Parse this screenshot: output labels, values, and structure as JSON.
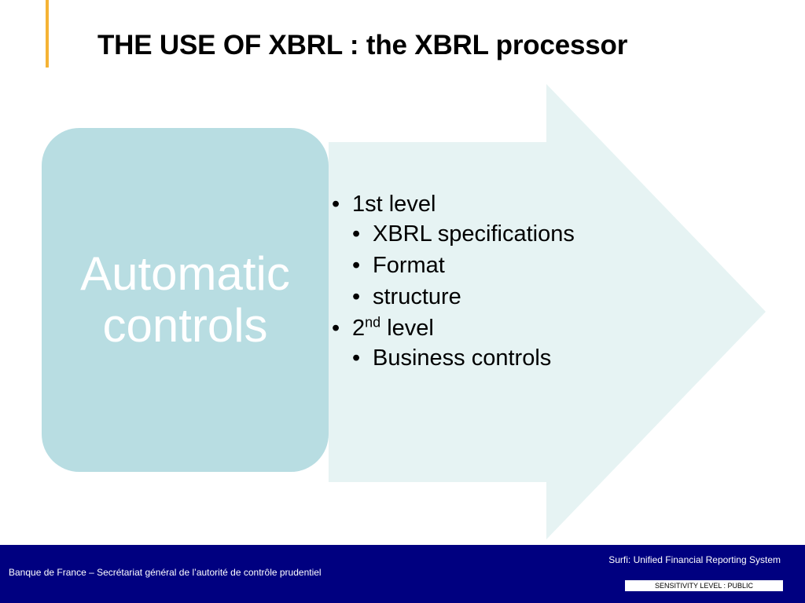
{
  "title": "THE USE OF XBRL : the XBRL processor",
  "colors": {
    "accent": "#f5b335",
    "box": "#b8dde2",
    "arrow": "#e6f3f3",
    "footer": "#000080"
  },
  "diagram": {
    "box_label_line1": "Automatic",
    "box_label_line2": "controls",
    "level1": {
      "label": "1st level",
      "items": [
        "XBRL specifications",
        "Format",
        "structure"
      ]
    },
    "level2": {
      "label_prefix": "2",
      "label_sup": "nd",
      "label_suffix": " level",
      "items": [
        "Business controls"
      ]
    }
  },
  "footer": {
    "left": "Banque de France – Secrétariat général de  l’autorité de contrôle prudentiel",
    "right": "Surfi: Unified Financial Reporting System",
    "sensitivity": "SENSITIVITY LEVEL : PUBLIC"
  }
}
